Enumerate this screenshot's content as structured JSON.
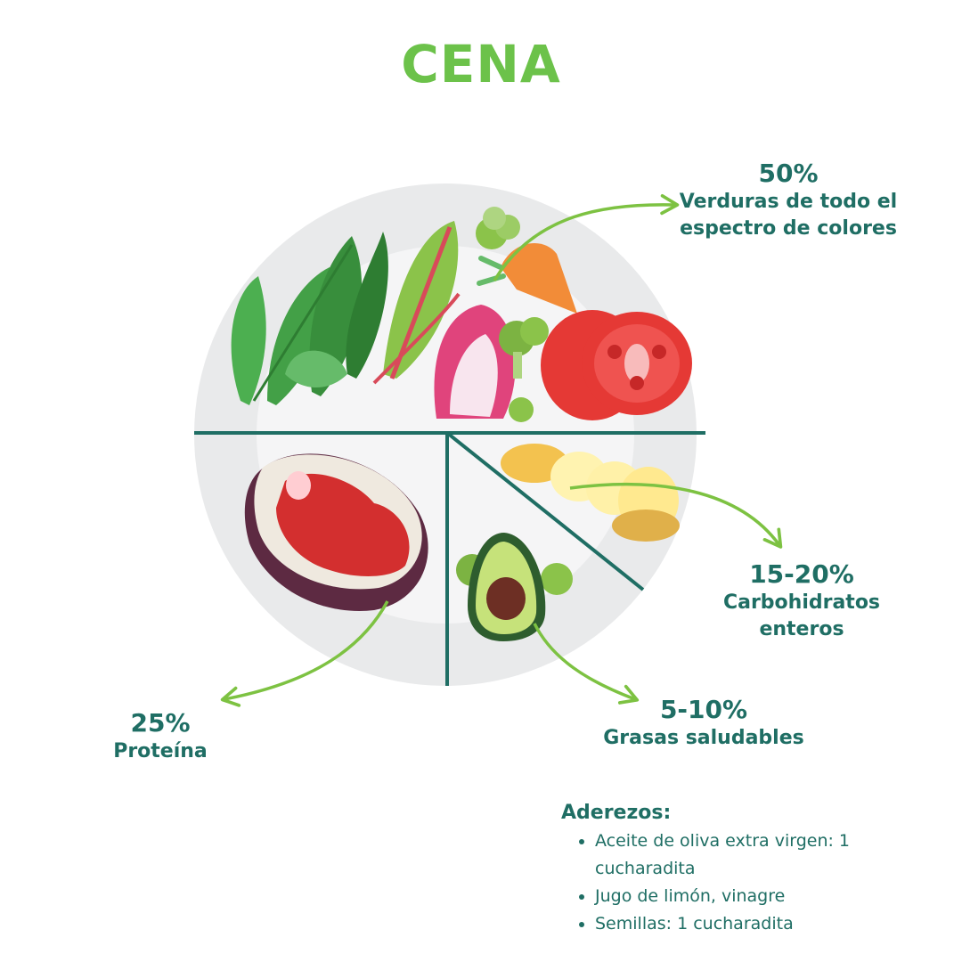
{
  "title": "CENA",
  "sections": {
    "vegetables": {
      "percent": "50%",
      "text": "Verduras de todo el espectro de colores"
    },
    "carbs": {
      "percent": "15-20%",
      "text": "Carbohidratos enteros"
    },
    "fats": {
      "percent": "5-10%",
      "text": "Grasas saludables"
    },
    "protein": {
      "percent": "25%",
      "text": "Proteína"
    }
  },
  "dressings": {
    "heading": "Aderezos:",
    "items": [
      "Aceite de oliva extra virgen: 1 cucharadita",
      "Jugo de limón, vinagre",
      "Semillas: 1 cucharadita"
    ]
  },
  "colors": {
    "title": "#6cc24a",
    "text": "#1f6e64",
    "arrow": "#7dc242",
    "divider": "#1f6e64"
  },
  "icons": [
    "leafy-greens-icon",
    "chard-icon",
    "carrot-icon",
    "tomato-icon",
    "broccoli-icon",
    "potato-icon",
    "avocado-icon",
    "steak-icon"
  ]
}
